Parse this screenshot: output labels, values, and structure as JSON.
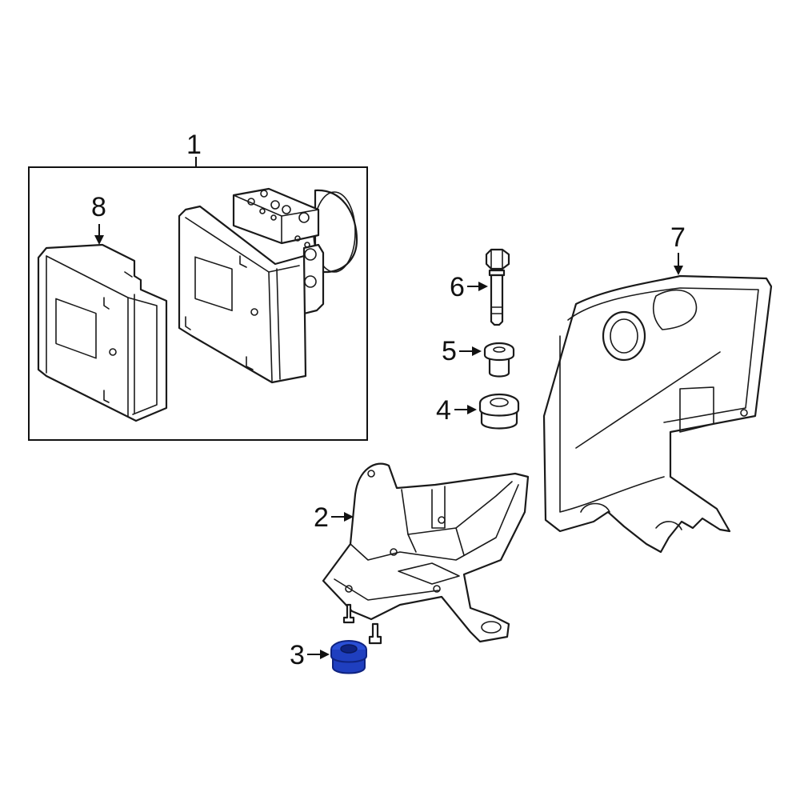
{
  "callouts": {
    "c1": "1",
    "c2": "2",
    "c3": "3",
    "c4": "4",
    "c5": "5",
    "c6": "6",
    "c7": "7",
    "c8": "8"
  },
  "colors": {
    "line": "#1a1a1a",
    "highlight_fill": "#1f3fbf",
    "highlight_dark": "#0f2380",
    "background": "#ffffff"
  }
}
